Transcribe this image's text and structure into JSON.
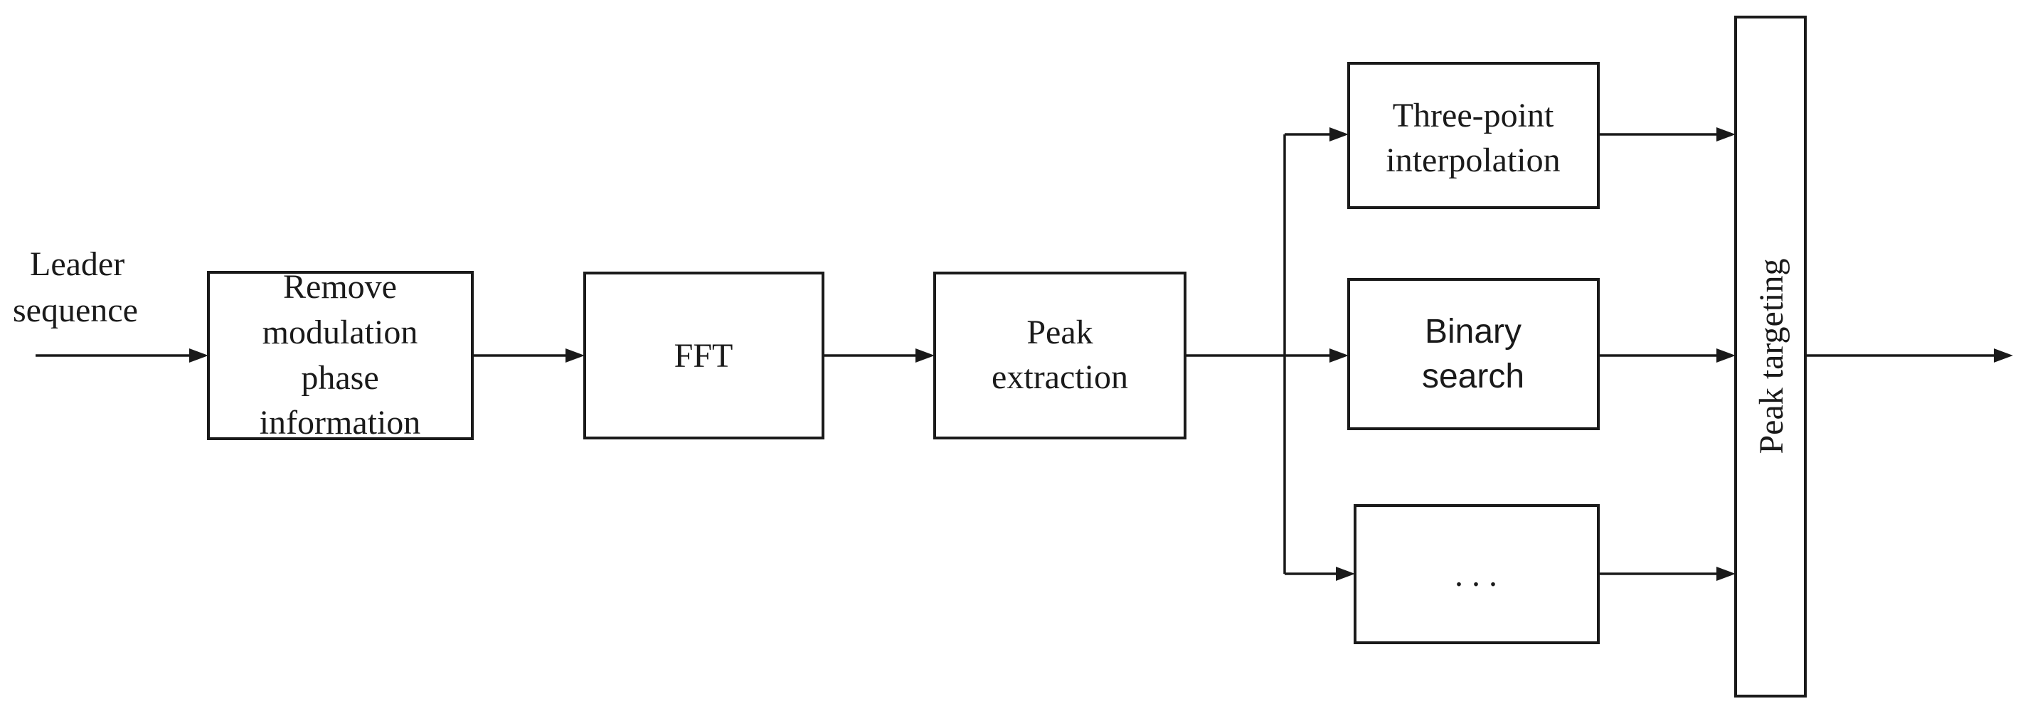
{
  "input": {
    "line1": "Leader",
    "line2": "sequence"
  },
  "blocks": {
    "remove_modulation": {
      "lines": [
        "Remove",
        "modulation",
        "phase",
        "information"
      ]
    },
    "fft": {
      "label": "FFT"
    },
    "peak_extraction": {
      "lines": [
        "Peak",
        "extraction"
      ]
    },
    "three_point": {
      "lines": [
        "Three-point",
        "interpolation"
      ]
    },
    "binary_search": {
      "lines": [
        "Binary",
        "search"
      ]
    },
    "ellipsis": {
      "label": ". . ."
    },
    "peak_targeting": {
      "label": "Peak targeting"
    }
  }
}
